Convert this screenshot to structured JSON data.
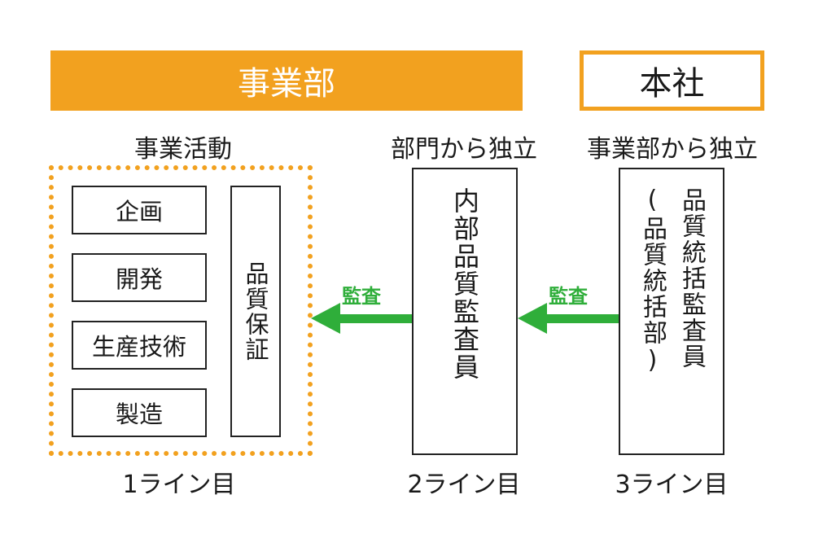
{
  "bars": {
    "jigyobu": "事業部",
    "honsha": "本社"
  },
  "headers": {
    "col1": "事業活動",
    "col2": "部門から独立",
    "col3": "事業部から独立"
  },
  "activities": [
    "企画",
    "開発",
    "生産技術",
    "製造"
  ],
  "qa_box": "品質保証",
  "internal_auditor": "内部品質監査員",
  "hq_auditor_main": "品質統括監査員",
  "hq_auditor_sub": "(品質統括部)",
  "arrows": {
    "left_label": "監査",
    "right_label": "監査",
    "color": "#2fae3a"
  },
  "line_labels": [
    "1ライン目",
    "2ライン目",
    "3ライン目"
  ],
  "colors": {
    "accent": "#f2a11f",
    "arrow": "#2fae3a"
  }
}
